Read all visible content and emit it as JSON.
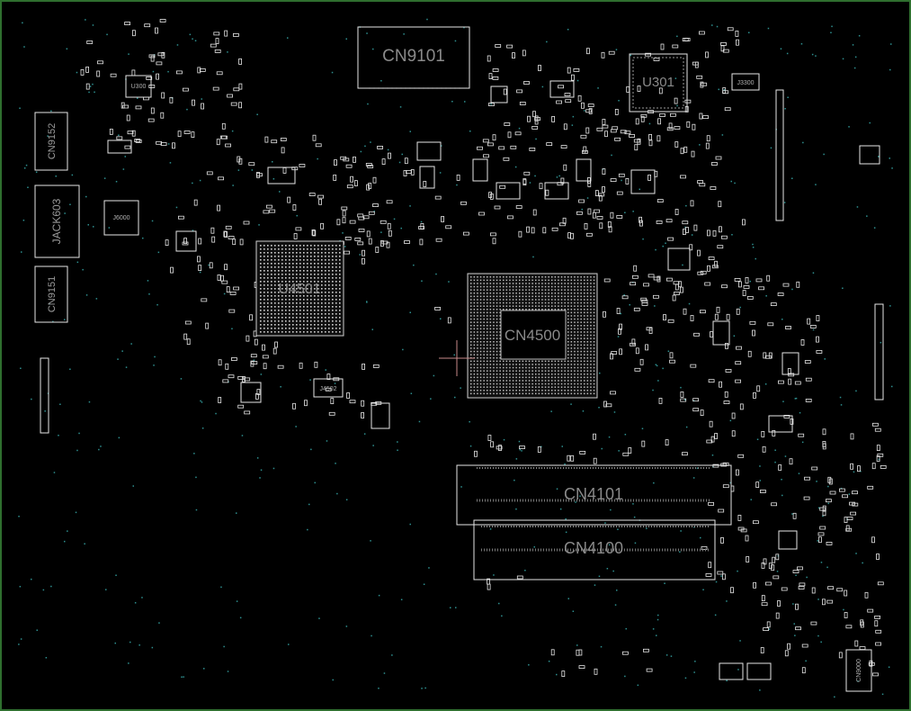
{
  "colors": {
    "background": "#000000",
    "frame": "#2f6f2f",
    "outline": "#e6e6e6",
    "label": "#8a8a8a",
    "via": "#2e8f8f",
    "crosshair": "#c98a8a"
  },
  "labels": {
    "cn9101": "CN9101",
    "u301": "U301",
    "cn9152": "CN9152",
    "jack603": "JACK603",
    "cn9151": "CN9151",
    "u4501": "U4501",
    "cn4500": "CN4500",
    "cn4101": "CN4101",
    "cn4100": "CN4100",
    "u300": "U300",
    "j3300": "J3300",
    "j6000": "J6000",
    "j4502": "J4502",
    "cn9000": "CN9000"
  }
}
